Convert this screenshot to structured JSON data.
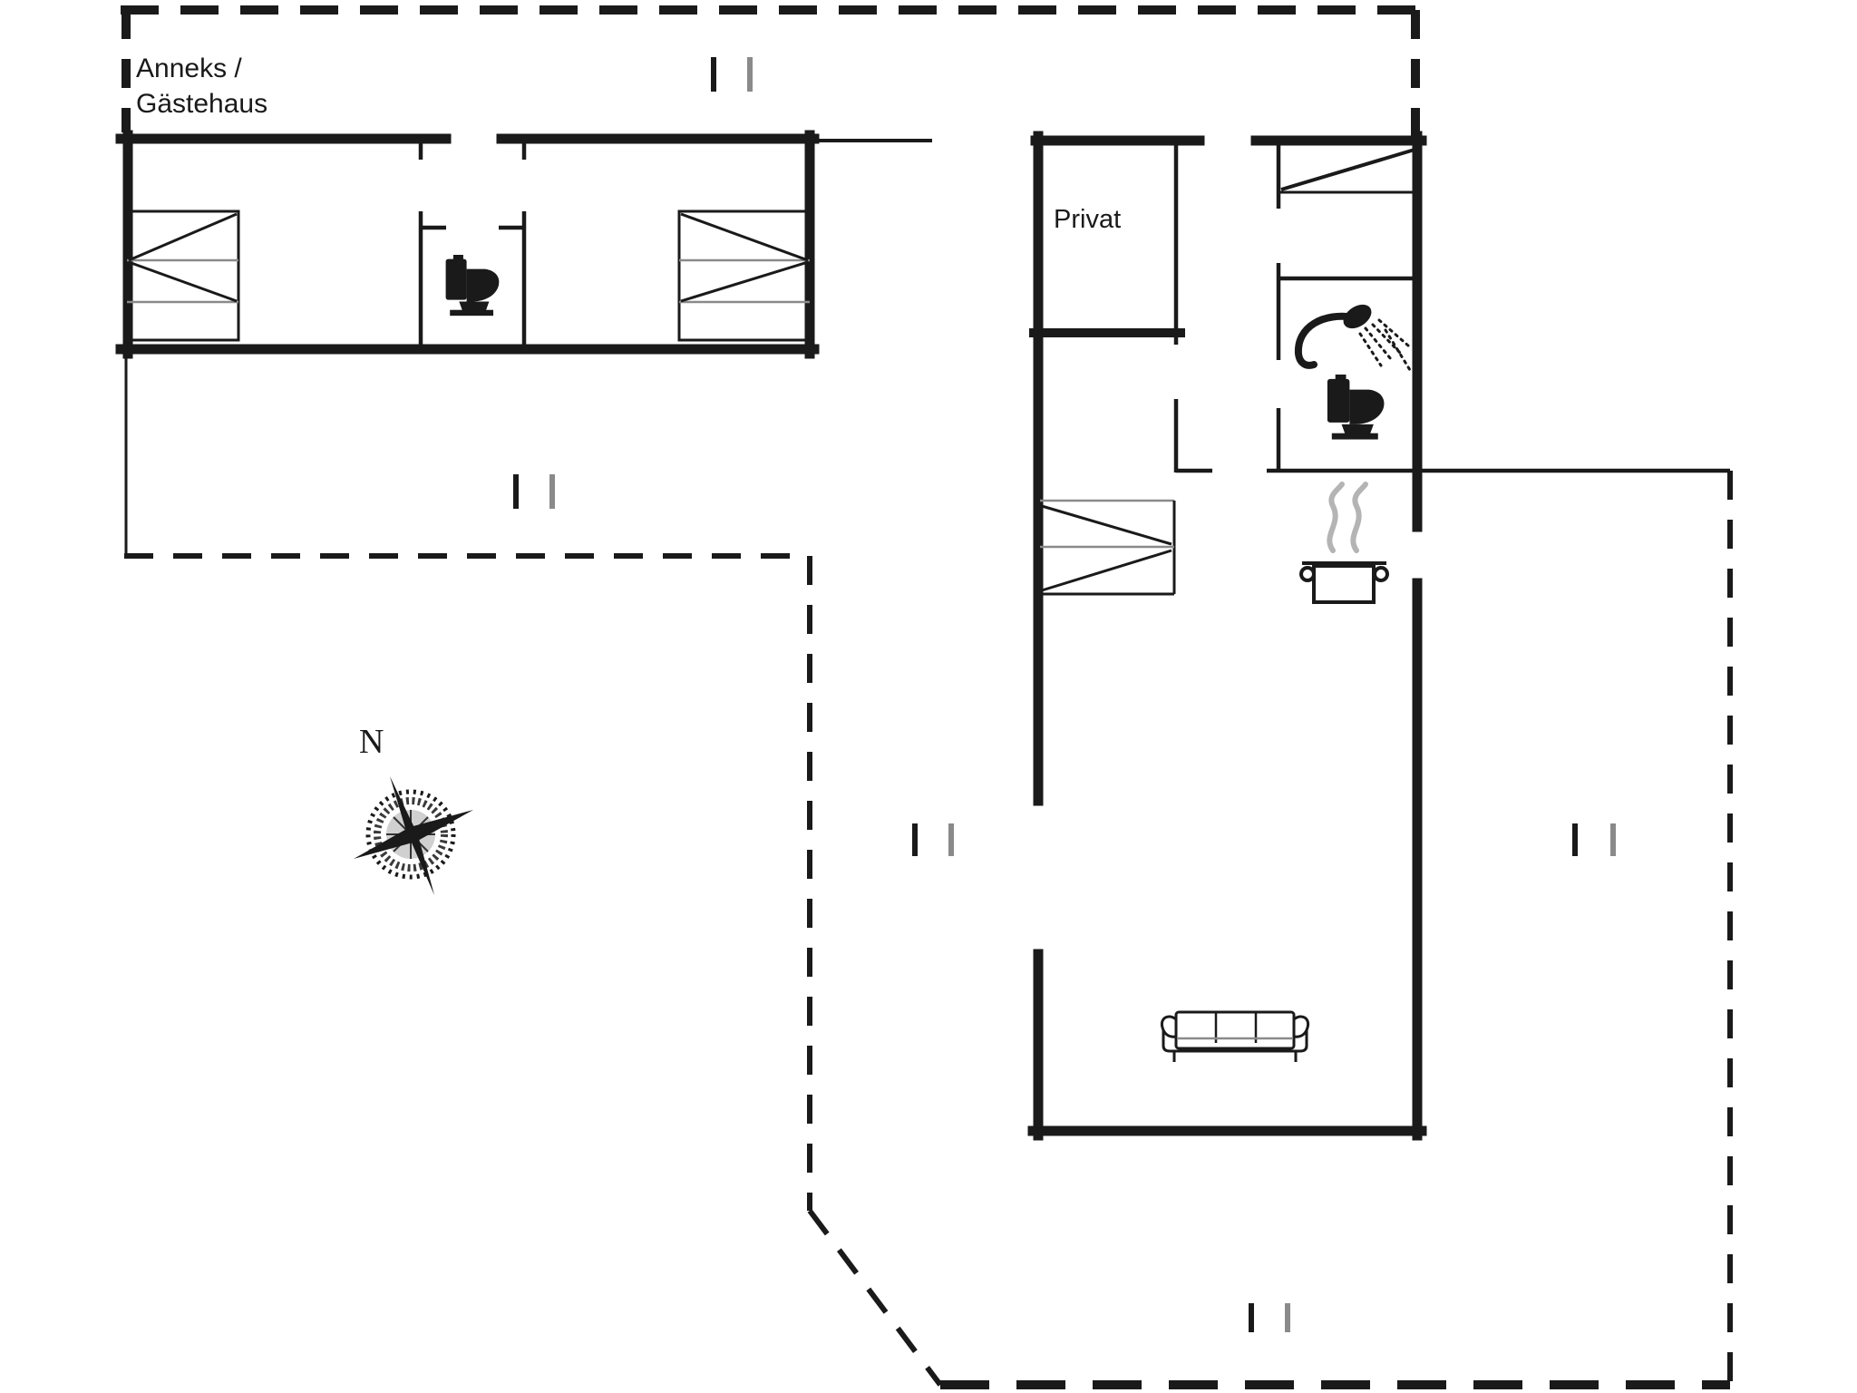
{
  "page": {
    "title": "Holiday house floor plan",
    "background": "#ffffff"
  },
  "labels": {
    "annex": "Anneks /\nGästehaus",
    "private_room": "Privat",
    "compass_north": "N"
  },
  "colors": {
    "background": "#ffffff",
    "ink": "#1a1a1a",
    "soft": "#8a8a8a",
    "steam": "#b4b4b4"
  },
  "icons": {
    "annex_toilet": "toilet-icon",
    "main_toilet": "toilet-icon",
    "shower": "shower-head-icon",
    "kitchen": "cooking-pot-steam-icon",
    "sofa": "sofa-icon",
    "annex_bed_left": "double-bed-icon",
    "annex_bed_right": "double-bed-icon",
    "house_bed": "bunk-bed-icon",
    "wardrobe": "wardrobe-icon",
    "compass": "compass-rose-icon",
    "window_marker": "double-tick-marker"
  },
  "markers": {
    "double_tick_pairs": 5
  }
}
